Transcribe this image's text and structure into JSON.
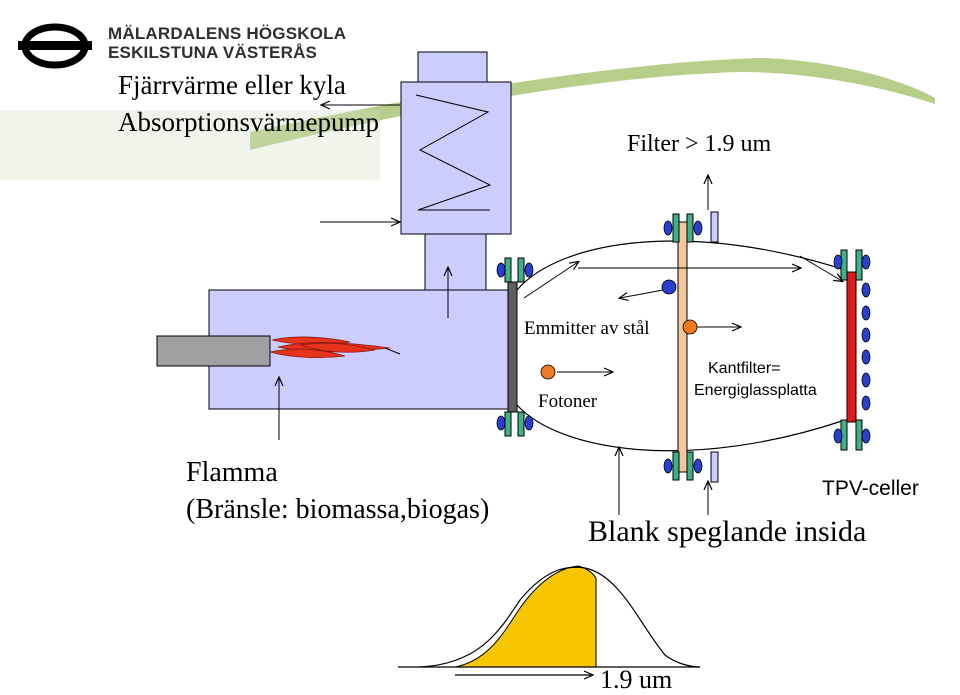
{
  "header": {
    "logo_line1": "MÄLARDALENS HÖGSKOLA",
    "logo_line2": "ESKILSTUNA VÄSTERÅS",
    "logo_icon": "university-logo-icon"
  },
  "labels": {
    "heat_title": "Fjärrvärme eller kyla",
    "heat_subtitle": "Absorptionsvärmepump",
    "filter": "Filter > 1.9 um",
    "emitter": "Emmitter av stål",
    "photons": "Fotoner",
    "edge_filter_line1": "Kantfilter=",
    "edge_filter_line2": "Energiglassplatta",
    "tpv_cells": "TPV-celler",
    "flame_line1": "Flamma",
    "flame_line2": "(Bränsle: biomassa,biogas)",
    "mirror_inside": "Blank speglande insida",
    "wavelength": "1.9 um"
  },
  "colors": {
    "chamber_fill": "#ccccff",
    "flame": "#e8331c",
    "emitter_plate": "#5f5f5f",
    "filter_plate": "#f4c79a",
    "tpv_cell": "#e01a1a",
    "flange": "#3fb08a",
    "bolt": "#2a3fd0",
    "photon": "#f07a22",
    "spectrum_fill": "#f7c600",
    "swoosh": "#7aa52a"
  }
}
